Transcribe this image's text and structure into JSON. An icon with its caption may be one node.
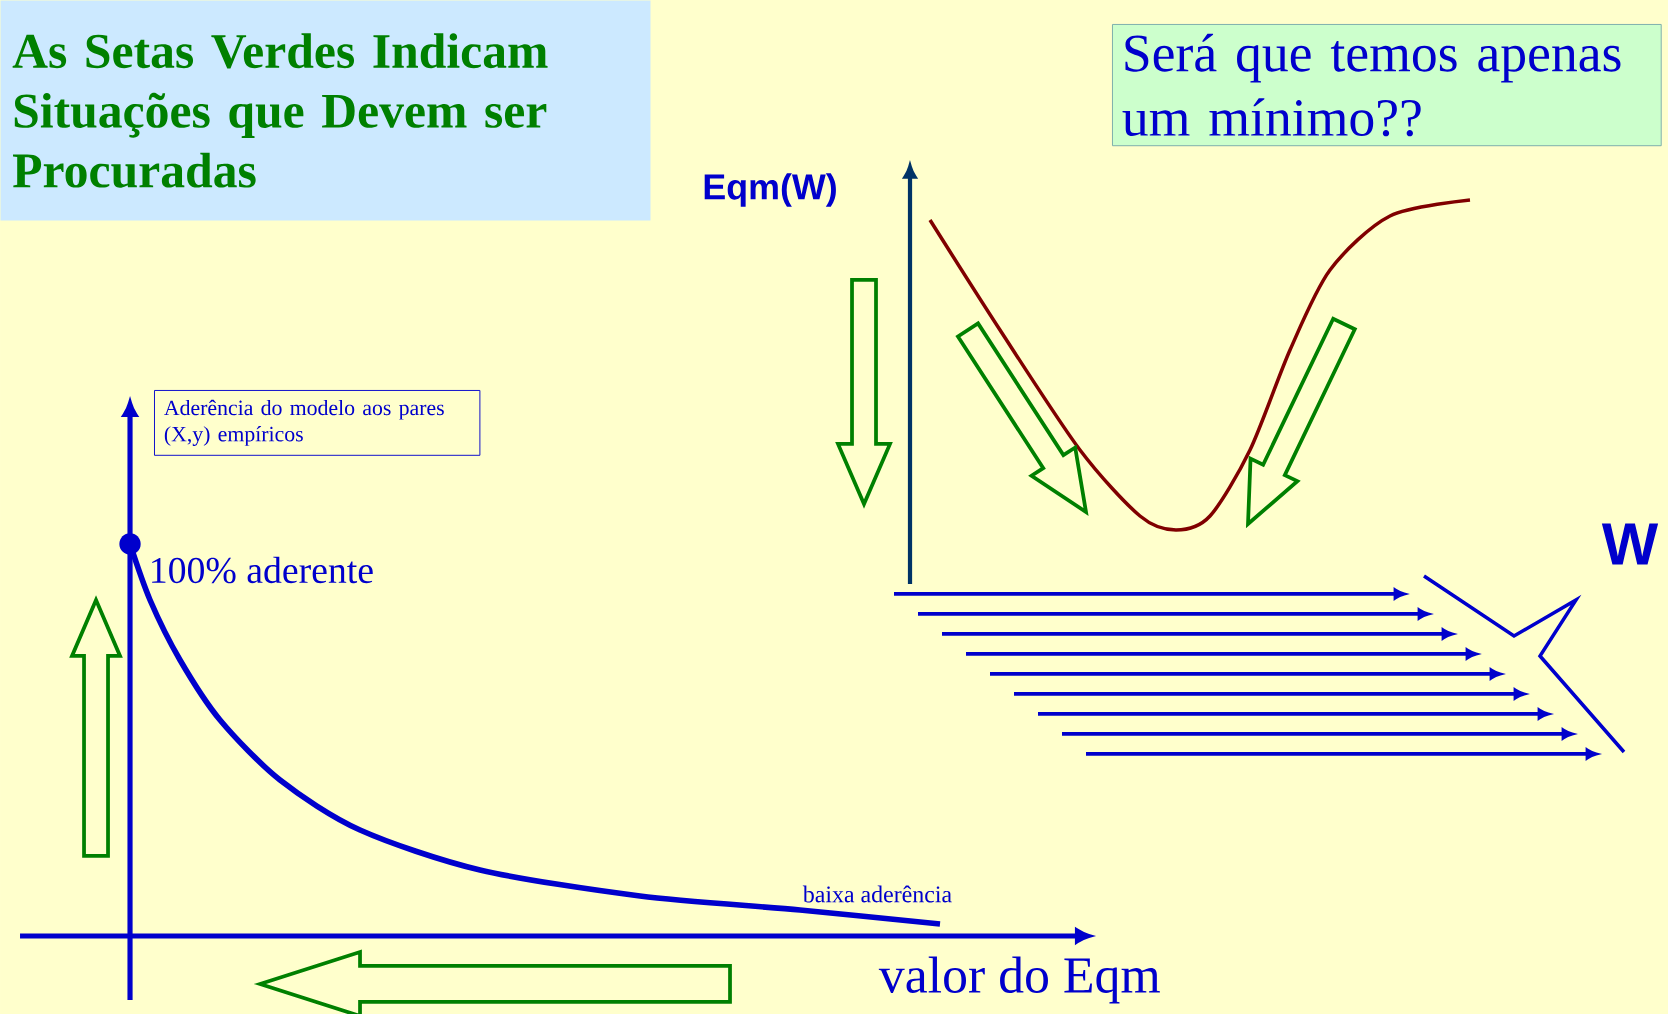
{
  "diagram": {
    "nodes": [
      {
        "text": [
          "As Setas Verdes Indicam Situações que Devem ser Procuradas"
        ]
      },
      {
        "text": [
          "Será que temos apenas um mínimo??"
        ]
      },
      {
        "text": [
          "Aderência do modelo aos pares (X,y) empíricos"
        ]
      }
    ],
    "labels": [
      "Eqm(W)",
      "W",
      "100% aderente",
      "baixa aderência",
      "valor do Eqm"
    ]
  }
}
